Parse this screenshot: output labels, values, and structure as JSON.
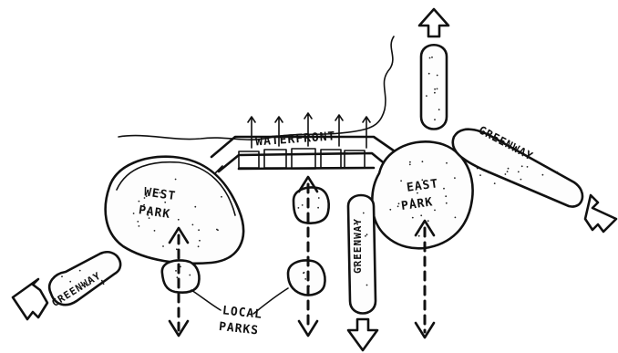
{
  "labels": {
    "waterfront": "WATERFRONT",
    "west_park_line1": "WEST",
    "west_park_line2": "PARK",
    "east_park_line1": "EAST",
    "east_park_line2": "PARK",
    "local_parks_line1": "LOCAL",
    "local_parks_line2": "PARKS",
    "greenway_east": "GREENWAY",
    "greenway_southwest": "GREENWAY",
    "greenway_south": "GREENWAY"
  },
  "colors": {
    "ink": "#111111",
    "paper": "#ffffff"
  },
  "icons": [
    "hollow-arrow-up-icon",
    "hollow-arrow-left-icon",
    "hollow-arrow-right-icon",
    "hollow-arrow-down-icon"
  ]
}
